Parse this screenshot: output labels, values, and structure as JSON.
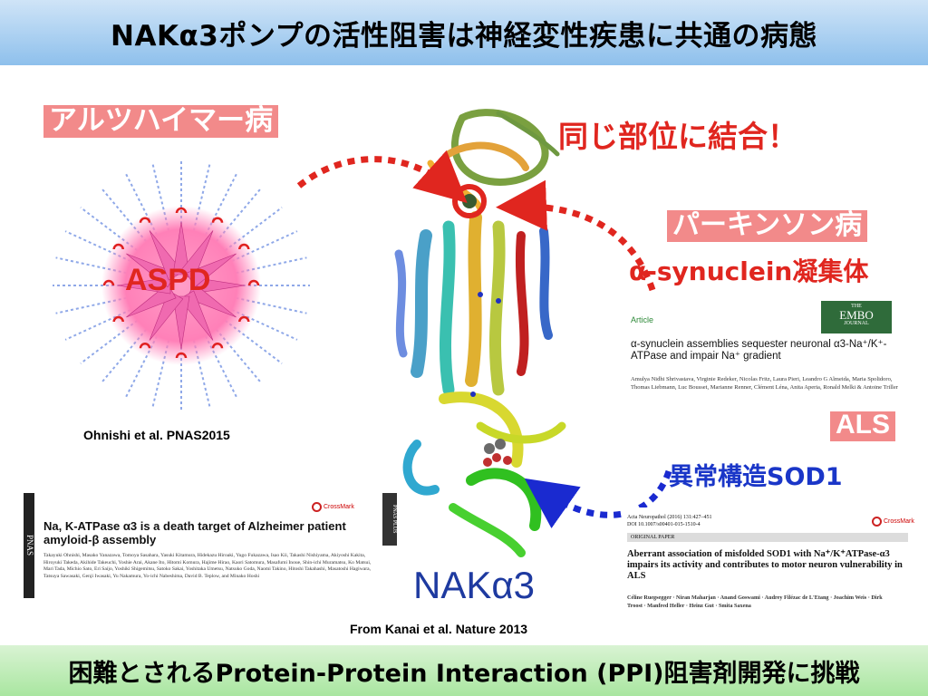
{
  "title": "NAKα3ポンプの活性阻害は神経変性疾患に共通の病態",
  "footer": "困難とされるProtein-Protein Interaction (PPI)阻害剤開発に挑戦",
  "labels": {
    "alzheimer": "アルツハイマー病",
    "same_site": "同じ部位に結合！",
    "parkinson": "パーキンソン病",
    "synuclein": "α-synuclein凝集体",
    "als": "ALS",
    "sod1": "異常構造SOD1",
    "aspd": "ASPD",
    "nak": "NAKα3"
  },
  "citations": {
    "ohnishi": "Ohnishi et al. PNAS2015",
    "kanai": "From Kanai et al. Nature 2013"
  },
  "papers": {
    "pnas": {
      "journal": "PNAS",
      "side": "PNAS PLUS",
      "crossmark": "CrossMark",
      "title": "Na, K-ATPase α3 is a death target of Alzheimer patient amyloid-β assembly",
      "authors": "Takayuki Ohnishi, Masako Yanazawa, Tomoya Sasahara, Yasuki Kitamura, Hidekazu Hiroaki, Yugo Fukazawa, Isao Kii, Takashi Nishiyama, Akiyoshi Kakita, Hiroyuki Takeda, Akihide Takeuchi, Yoshie Arai, Akane Ito, Hitomi Komura, Hajime Hirao, Kaori Satomura, Masafumi Inoue, Shin-ichi Muramatsu, Ko Matsui, Mari Tada, Michio Sato, Eri Saijo, Yoshiki Shigemitsu, Satoko Sakai, Yoshitaka Umetsu, Natsuko Goda, Naomi Takino, Hitoshi Takahashi, Masatoshi Hagiwara, Tatsuya Sawasaki, Genji Iwasaki, Yu Nakamura, Yo-ichi Nabeshima, David B. Teplow, and Minako Hoshi"
    },
    "embo": {
      "article": "Article",
      "journal_line1": "THE",
      "journal_line2": "EMBO",
      "journal_line3": "JOURNAL",
      "title": "α-synuclein assemblies sequester neuronal α3-Na⁺/K⁺-ATPase and impair Na⁺ gradient",
      "authors": "Amulya Nidhi Shrivastava, Virginie Redeker, Nicolas Fritz, Laura Pieri, Leandro G Almeida, Maria Spolidoro, Thomas Liebmann, Luc Bousset, Marianne Renner, Clément Léna, Anita Aperia, Ronald Melki & Antoine Triller"
    },
    "acta": {
      "meta1": "Acta Neuropathol (2016) 131:427–451",
      "meta2": "DOI 10.1007/s00401-015-1510-4",
      "section": "ORIGINAL PAPER",
      "crossmark": "CrossMark",
      "title": "Aberrant association of misfolded SOD1 with Na⁺/K⁺ATPase-α3 impairs its activity and contributes to motor neuron vulnerability in ALS",
      "authors": "Céline Ruegsegger · Niran Maharjan · Anand Goswami · Audrey Filézac de L'Etang · Joachim Weis · Dirk Troost · Manfred Heller · Heinz Gut · Smita Saxena"
    }
  },
  "colors": {
    "title_band": "#8ec0ec",
    "footer_band": "#a9e6a0",
    "tag_bg": "#f28a8a",
    "red_text": "#e0261f",
    "blue_text": "#1a36c8",
    "nak_text": "#1e3aa0",
    "arrow_red": "#e0261f",
    "arrow_blue": "#1a2ad0",
    "embo_green": "#2f6b3a"
  }
}
